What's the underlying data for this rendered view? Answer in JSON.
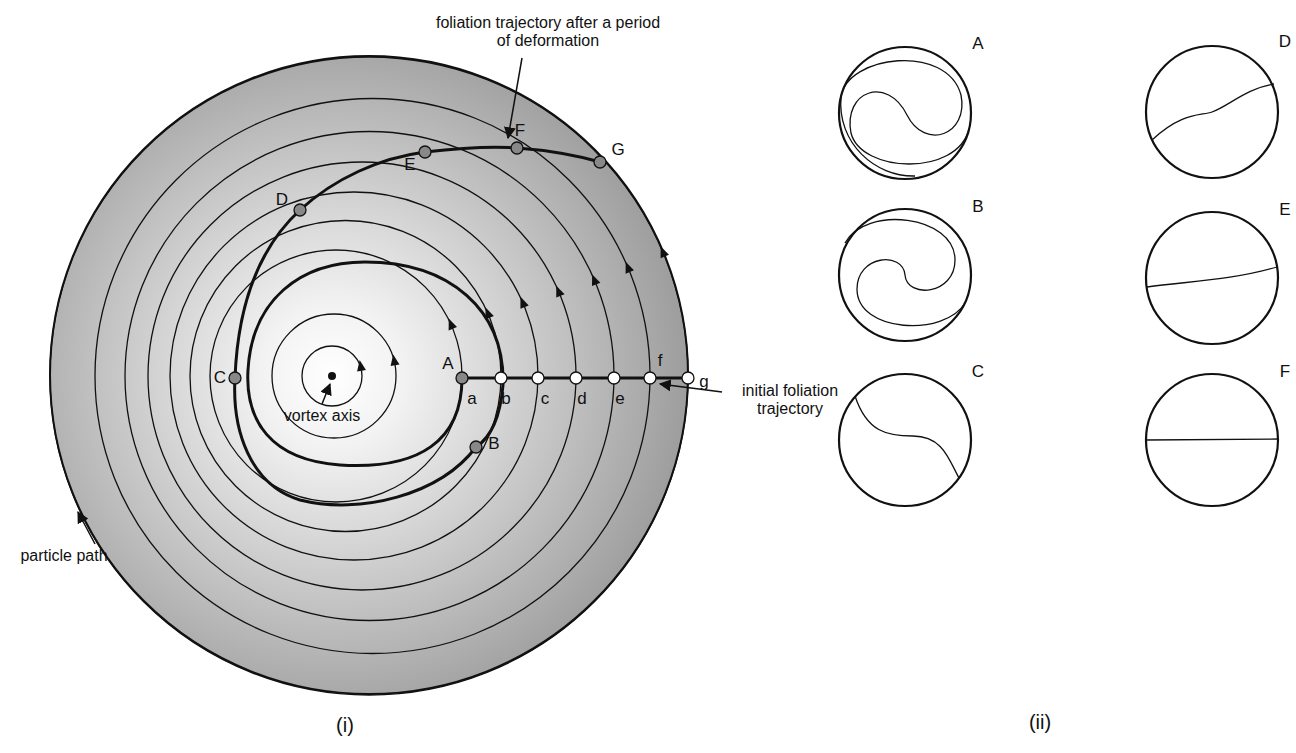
{
  "diagram": {
    "labels": [
      "foliation trajectory after a period of deformation",
      "A",
      "B",
      "C",
      "D",
      "E",
      "F",
      "G",
      "a",
      "b",
      "c",
      "d",
      "e",
      "f",
      "g",
      "vortex axis",
      "initial foliation trajectory",
      "particle path",
      "(i)",
      "A",
      "B",
      "C",
      "D",
      "E",
      "F",
      "(ii)"
    ]
  }
}
